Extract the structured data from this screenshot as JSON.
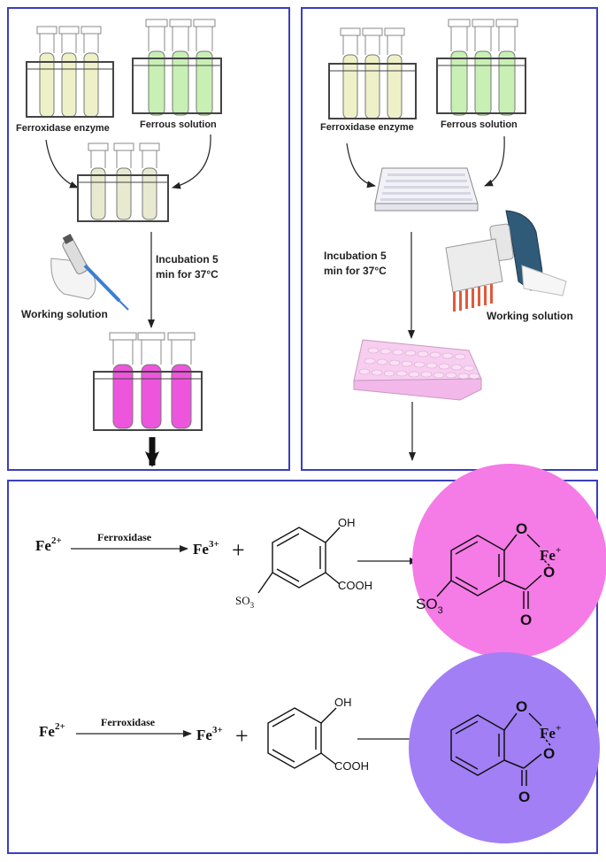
{
  "panel_left": {
    "label_enzyme": "Ferroxidase enzyme",
    "label_ferrous": "Ferrous solution",
    "label_incubation_line1": "Incubation 5",
    "label_incubation_line2": "min for 37°C",
    "label_working": "Working solution"
  },
  "panel_right": {
    "label_enzyme": "Ferroxidase enzyme",
    "label_ferrous": "Ferrous solution",
    "label_incubation_line1": "Incubation 5",
    "label_incubation_line2": "min for 37°C",
    "label_working": "Working solution"
  },
  "reaction1": {
    "fe2": "Fe",
    "fe2_charge": "2+",
    "arrow_label": "Ferroxidase",
    "fe3": "Fe",
    "fe3_charge": "3+",
    "plus": "+",
    "oh": "OH",
    "so3": "SO",
    "so3_sub": "3",
    "cooh": "COOH",
    "product_o1": "O",
    "product_fe": "Fe",
    "product_fe_charge": "+",
    "product_o2": "O",
    "product_o3": "O",
    "product_so3": "SO",
    "product_so3_sub": "3",
    "circle_color": "#f57be6"
  },
  "reaction2": {
    "fe2": "Fe",
    "fe2_charge": "2+",
    "arrow_label": "Ferroxidase",
    "fe3": "Fe",
    "fe3_charge": "3+",
    "plus": "+",
    "oh": "OH",
    "cooh": "COOH",
    "product_o1": "O",
    "product_fe": "Fe",
    "product_fe_charge": "+",
    "product_o2": "O",
    "product_o3": "O",
    "circle_color": "#a27ff5"
  },
  "colors": {
    "border": "#3a3fbf",
    "tube_yellow": "#eef0c8",
    "tube_green": "#c8f0b4",
    "tube_mix": "#e8ead0",
    "tube_pink": "#ee55dd"
  }
}
